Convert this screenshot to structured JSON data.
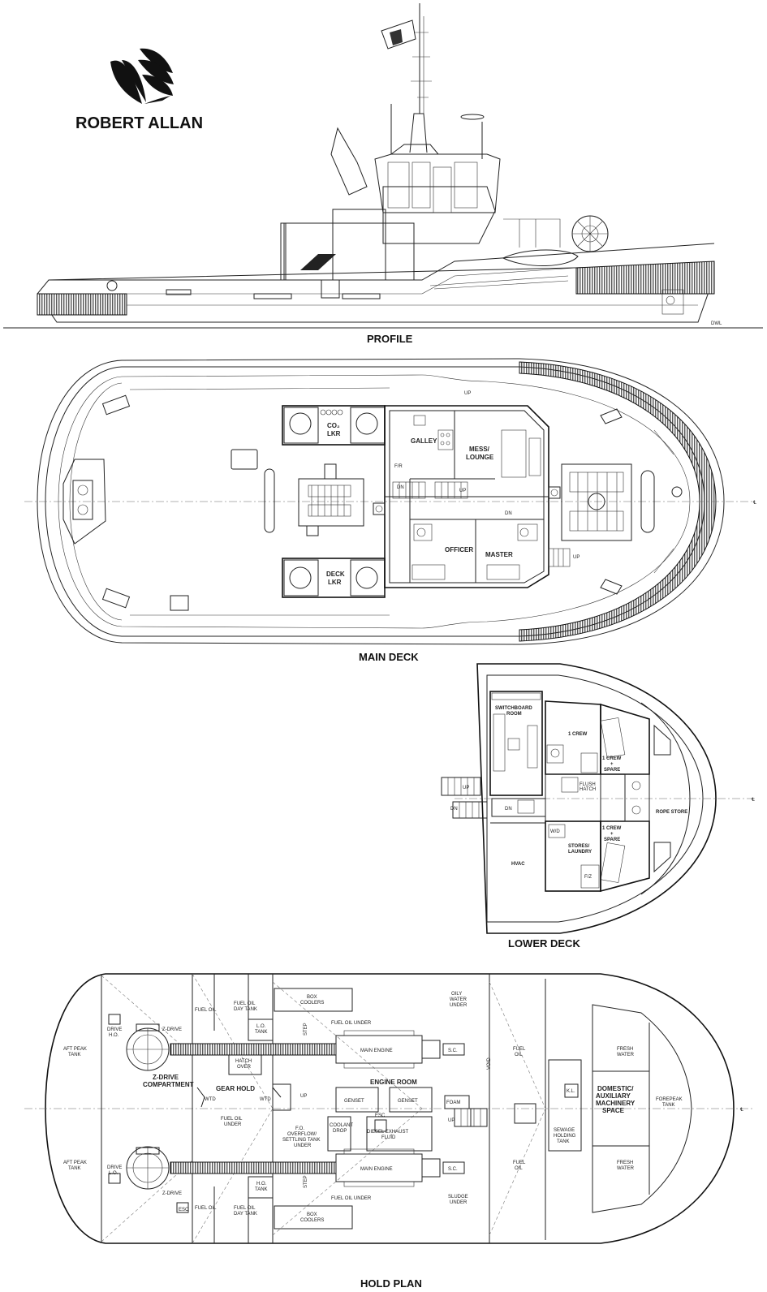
{
  "logo": {
    "company": "ROBERT ALLAN"
  },
  "views": {
    "profile": {
      "title": "PROFILE",
      "dwl": "DWL"
    },
    "main_deck": {
      "title": "MAIN DECK",
      "labels": {
        "co2": "CO₂",
        "co2_lkr": "LKR",
        "deck": "DECK",
        "deck_lkr": "LKR",
        "galley": "GALLEY",
        "fr": "F/R",
        "mess": "MESS/",
        "lounge": "LOUNGE",
        "officer": "OFFICER",
        "master": "MASTER",
        "up1": "UP",
        "up2": "UP",
        "up3": "UP",
        "dn1": "DN",
        "dn2": "DN"
      }
    },
    "lower_deck": {
      "title": "LOWER DECK",
      "labels": {
        "switchboard1": "SWITCHBOARD",
        "switchboard2": "ROOM",
        "crew1": "1 CREW",
        "crew2a": "1 CREW",
        "crew2b": "+",
        "crew2c": "SPARE",
        "crew3a": "1 CREW",
        "crew3b": "+",
        "crew3c": "SPARE",
        "flush1": "FLUSH",
        "flush2": "HATCH",
        "rope_store": "ROPE STORE",
        "wd": "W/D",
        "stores1": "STORES/",
        "stores2": "LAUNDRY",
        "hvac": "HVAC",
        "fz": "F/Z",
        "up": "UP",
        "dn1": "DN",
        "dn2": "DN"
      }
    },
    "hold_plan": {
      "title": "HOLD PLAN",
      "labels": {
        "aft_peak_1a": "AFT PEAK",
        "aft_peak_1b": "TANK",
        "aft_peak_2a": "AFT PEAK",
        "aft_peak_2b": "TANK",
        "drive_ho_a": "DRIVE",
        "drive_ho_b": "H.O.",
        "drive_lo_a": "DRIVE",
        "drive_lo_b": "L.O.",
        "zdrive1": "Z-DRIVE",
        "zdrive2": "Z-DRIVE",
        "zdrive_comp1": "Z-DRIVE",
        "zdrive_comp2": "COMPARTMENT",
        "fuel_oil_1": "FUEL OIL",
        "fuel_oil_2": "FUEL OIL",
        "fo_day_1a": "FUEL OIL",
        "fo_day_1b": "DAY TANK",
        "fo_day_2a": "FUEL OIL",
        "fo_day_2b": "DAY TANK",
        "lo_tank_a": "L.O.",
        "lo_tank_b": "TANK",
        "ho_tank_a": "H.O.",
        "ho_tank_b": "TANK",
        "hatch_a": "HATCH",
        "hatch_b": "OVER",
        "gear_hold": "GEAR HOLD",
        "wtd1": "WTD",
        "wtd2": "WTD",
        "fo_under_a": "FUEL OIL",
        "fo_under_b": "UNDER",
        "box_coolers_1a": "BOX",
        "box_coolers_1b": "COOLERS",
        "box_coolers_2a": "BOX",
        "box_coolers_2b": "COOLERS",
        "fo_under_top": "FUEL OIL UNDER",
        "fo_under_bot": "FUEL OIL UNDER",
        "oily_a": "OILY",
        "oily_b": "WATER",
        "oily_c": "UNDER",
        "sludge_a": "SLUDGE",
        "sludge_b": "UNDER",
        "main_engine_1": "MAIN ENGINE",
        "main_engine_2": "MAIN ENGINE",
        "sc1": "S.C.",
        "sc2": "S.C.",
        "engine_room": "ENGINE ROOM",
        "genset1": "GENSET",
        "genset2": "GENSET",
        "foam": "FOAM",
        "up1": "UP",
        "up2": "UP",
        "esc1": "ESC",
        "esc2": "ESC",
        "step1": "STEP",
        "step2": "STEP",
        "void": "VOID",
        "fo_over_a": "F.O.",
        "fo_over_b": "OVERFLOW/",
        "fo_over_c": "SETTLING TANK",
        "fo_over_d": "UNDER",
        "coolant_a": "COOLANT",
        "coolant_b": "DROP",
        "def_a": "DIESEL EXHAUST",
        "def_b": "FLUID",
        "fuel_1a": "FUEL",
        "fuel_1b": "OIL",
        "fuel_2a": "FUEL",
        "fuel_2b": "OIL",
        "kl": "K.L.",
        "sewage_a": "SEWAGE",
        "sewage_b": "HOLDING",
        "sewage_c": "TANK",
        "dom_a": "DOMESTIC/",
        "dom_b": "AUXILIARY",
        "dom_c": "MACHINERY",
        "dom_d": "SPACE",
        "fresh_1a": "FRESH",
        "fresh_1b": "WATER",
        "fresh_2a": "FRESH",
        "fresh_2b": "WATER",
        "fwd_a": "FOREPEAK",
        "fwd_b": "TANK"
      }
    }
  }
}
